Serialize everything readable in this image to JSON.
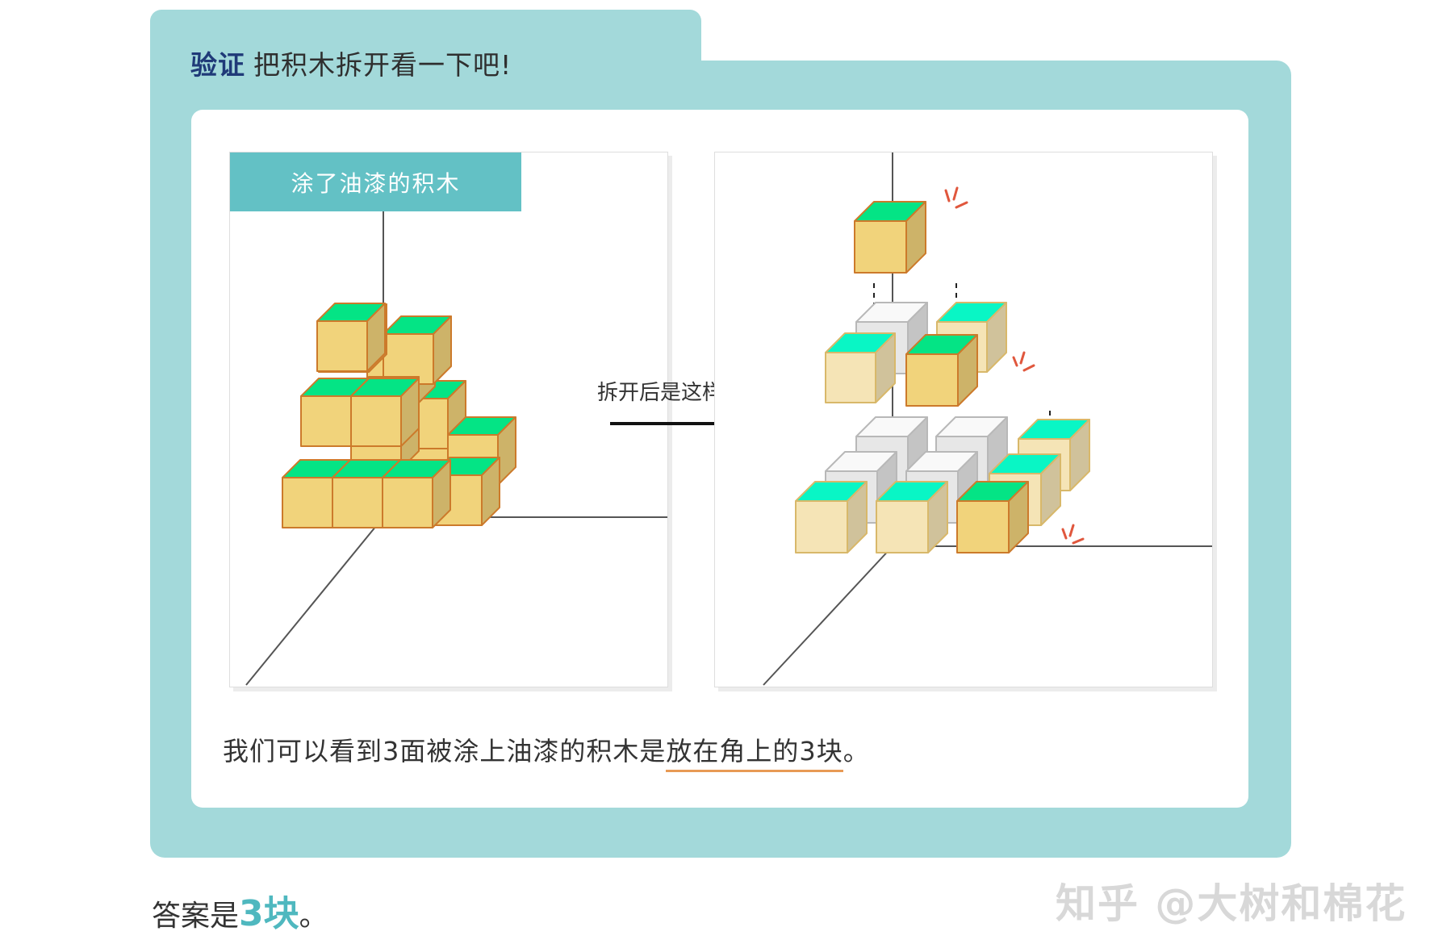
{
  "header": {
    "keyword": "验证",
    "title": "把积木拆开看一下吧!"
  },
  "left_panel": {
    "label": "涂了油漆的积木"
  },
  "arrow": {
    "caption": "拆开后是这样的"
  },
  "conclusion": {
    "text_before": "我们可以看到3面被涂上油漆的积木是",
    "highlight": "放在角上的3块",
    "text_after": "。"
  },
  "answer": {
    "prefix": "答案是",
    "value": "3块",
    "suffix": "。"
  },
  "watermark": "知乎 @大树和棉花",
  "colors": {
    "panel": "#a3d9da",
    "label_bg": "#63c1c5",
    "cube_bright": "#f1d37b",
    "cube_pale": "#f5e4b6",
    "cube_grey": "#e7e7e7",
    "cube_edge": "#cc7a2b",
    "underline": "#e89a55",
    "answer": "#4fb8bf"
  }
}
